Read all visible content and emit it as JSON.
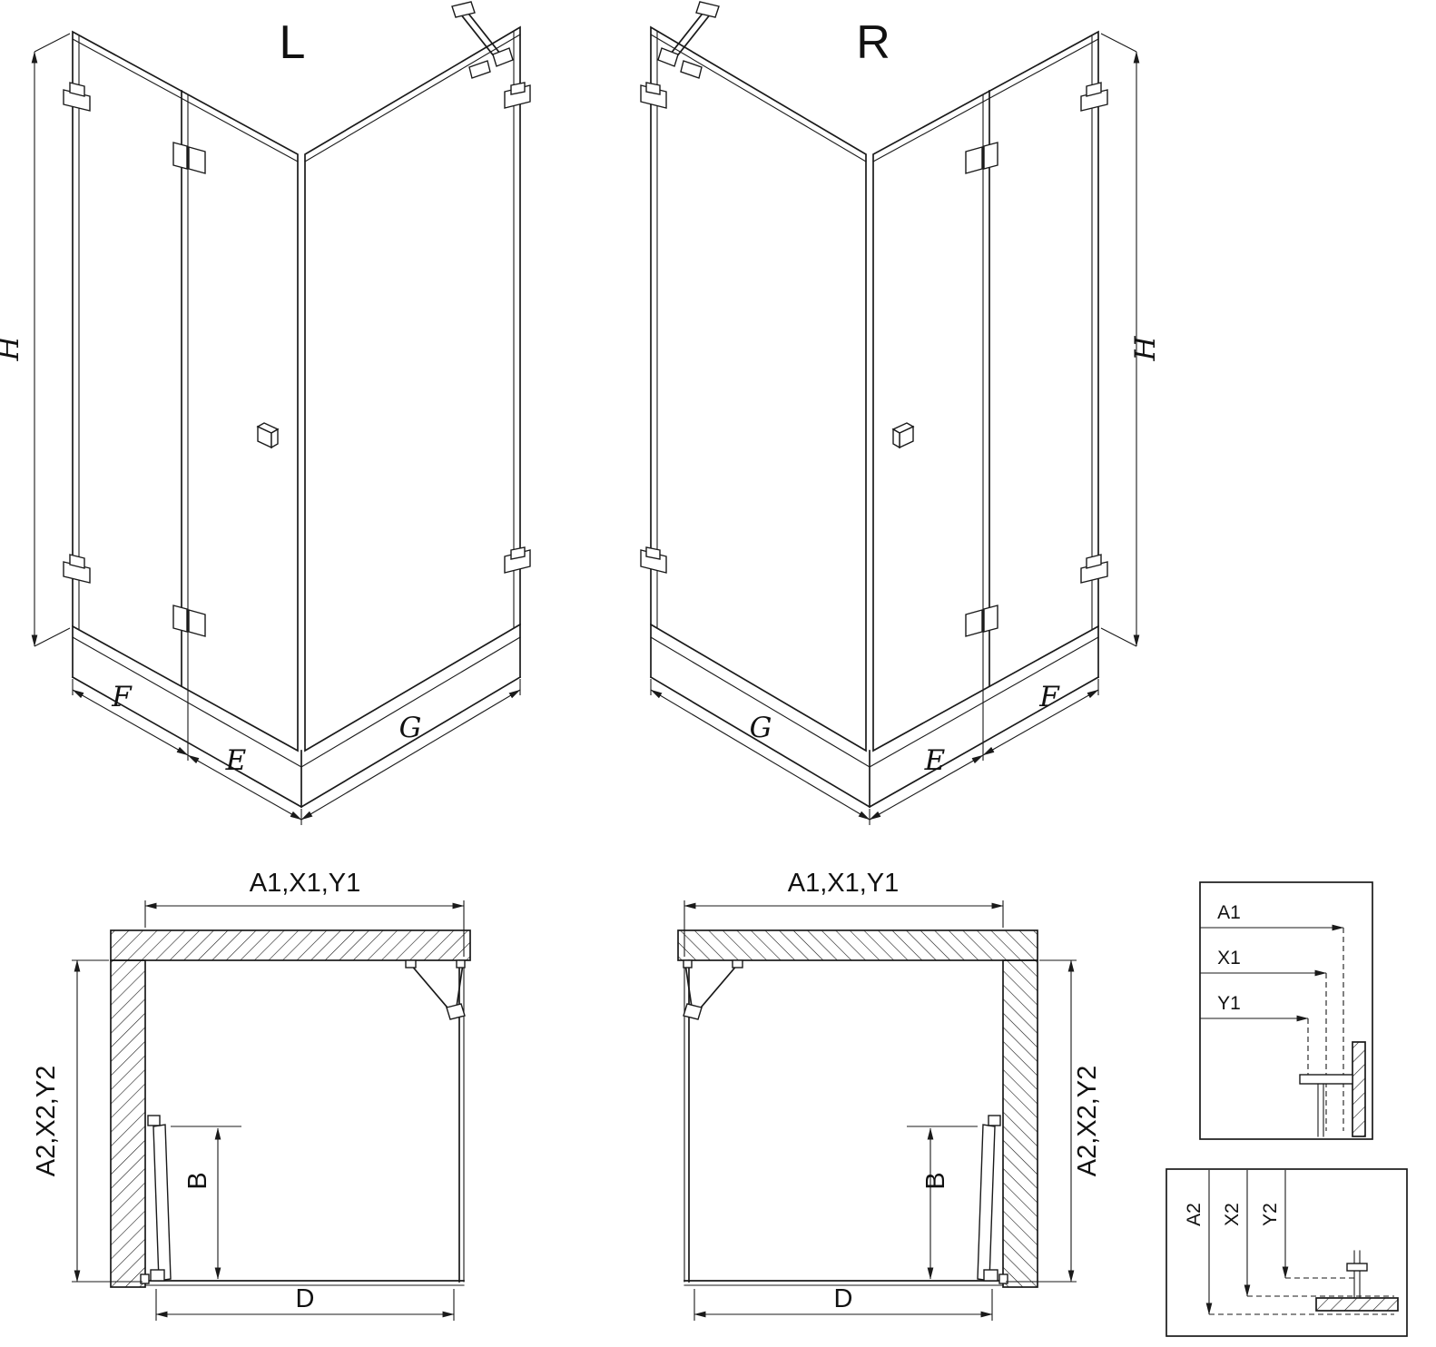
{
  "page": {
    "background": "#ffffff",
    "line_color": "#1a1a1a"
  },
  "iso_left": {
    "label": "L",
    "h": "H",
    "f": "F",
    "e": "E",
    "g": "G"
  },
  "iso_right": {
    "label": "R",
    "h": "H",
    "f": "F",
    "e": "E",
    "g": "G"
  },
  "plan_left": {
    "top_dim": "A1,X1,Y1",
    "side_dim": "A2,X2,Y2",
    "b": "B",
    "d": "D"
  },
  "plan_right": {
    "top_dim": "A1,X1,Y1",
    "side_dim": "A2,X2,Y2",
    "b": "B",
    "d": "D"
  },
  "detail_top": {
    "rows": [
      "A1",
      "X1",
      "Y1"
    ]
  },
  "detail_bottom": {
    "cols": [
      "A2",
      "X2",
      "Y2"
    ]
  }
}
